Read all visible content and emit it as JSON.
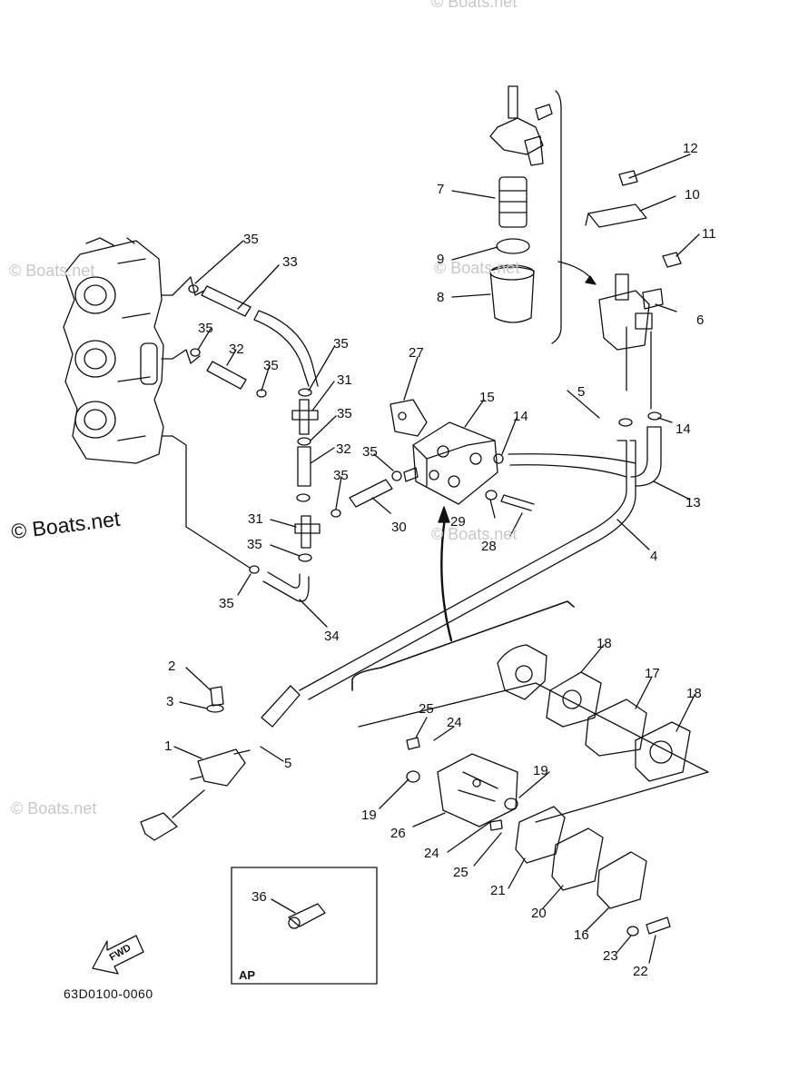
{
  "watermarks": {
    "main": "© Boats.net",
    "faint": "© Boats.net"
  },
  "part_number": "63D0100-0060",
  "inset_label": "AP",
  "fwd_label": "FWD",
  "callouts": [
    {
      "id": "c1",
      "text": "1"
    },
    {
      "id": "c2",
      "text": "2"
    },
    {
      "id": "c3",
      "text": "3"
    },
    {
      "id": "c4",
      "text": "4"
    },
    {
      "id": "c5a",
      "text": "5"
    },
    {
      "id": "c5b",
      "text": "5"
    },
    {
      "id": "c6",
      "text": "6"
    },
    {
      "id": "c7",
      "text": "7"
    },
    {
      "id": "c8",
      "text": "8"
    },
    {
      "id": "c9",
      "text": "9"
    },
    {
      "id": "c10",
      "text": "10"
    },
    {
      "id": "c11",
      "text": "11"
    },
    {
      "id": "c12",
      "text": "12"
    },
    {
      "id": "c13",
      "text": "13"
    },
    {
      "id": "c14a",
      "text": "14"
    },
    {
      "id": "c14b",
      "text": "14"
    },
    {
      "id": "c15",
      "text": "15"
    },
    {
      "id": "c16",
      "text": "16"
    },
    {
      "id": "c17",
      "text": "17"
    },
    {
      "id": "c18a",
      "text": "18"
    },
    {
      "id": "c18b",
      "text": "18"
    },
    {
      "id": "c19a",
      "text": "19"
    },
    {
      "id": "c19b",
      "text": "19"
    },
    {
      "id": "c20",
      "text": "20"
    },
    {
      "id": "c21",
      "text": "21"
    },
    {
      "id": "c22",
      "text": "22"
    },
    {
      "id": "c23",
      "text": "23"
    },
    {
      "id": "c24a",
      "text": "24"
    },
    {
      "id": "c24b",
      "text": "24"
    },
    {
      "id": "c25a",
      "text": "25"
    },
    {
      "id": "c25b",
      "text": "25"
    },
    {
      "id": "c26",
      "text": "26"
    },
    {
      "id": "c27",
      "text": "27"
    },
    {
      "id": "c28",
      "text": "28"
    },
    {
      "id": "c29",
      "text": "29"
    },
    {
      "id": "c30",
      "text": "30"
    },
    {
      "id": "c31a",
      "text": "31"
    },
    {
      "id": "c31b",
      "text": "31"
    },
    {
      "id": "c32a",
      "text": "32"
    },
    {
      "id": "c32b",
      "text": "32"
    },
    {
      "id": "c33",
      "text": "33"
    },
    {
      "id": "c34",
      "text": "34"
    },
    {
      "id": "c35a",
      "text": "35"
    },
    {
      "id": "c35b",
      "text": "35"
    },
    {
      "id": "c35c",
      "text": "35"
    },
    {
      "id": "c35d",
      "text": "35"
    },
    {
      "id": "c35e",
      "text": "35"
    },
    {
      "id": "c35f",
      "text": "35"
    },
    {
      "id": "c35g",
      "text": "35"
    },
    {
      "id": "c35h",
      "text": "35"
    },
    {
      "id": "c35i",
      "text": "35"
    },
    {
      "id": "c36",
      "text": "36"
    }
  ]
}
